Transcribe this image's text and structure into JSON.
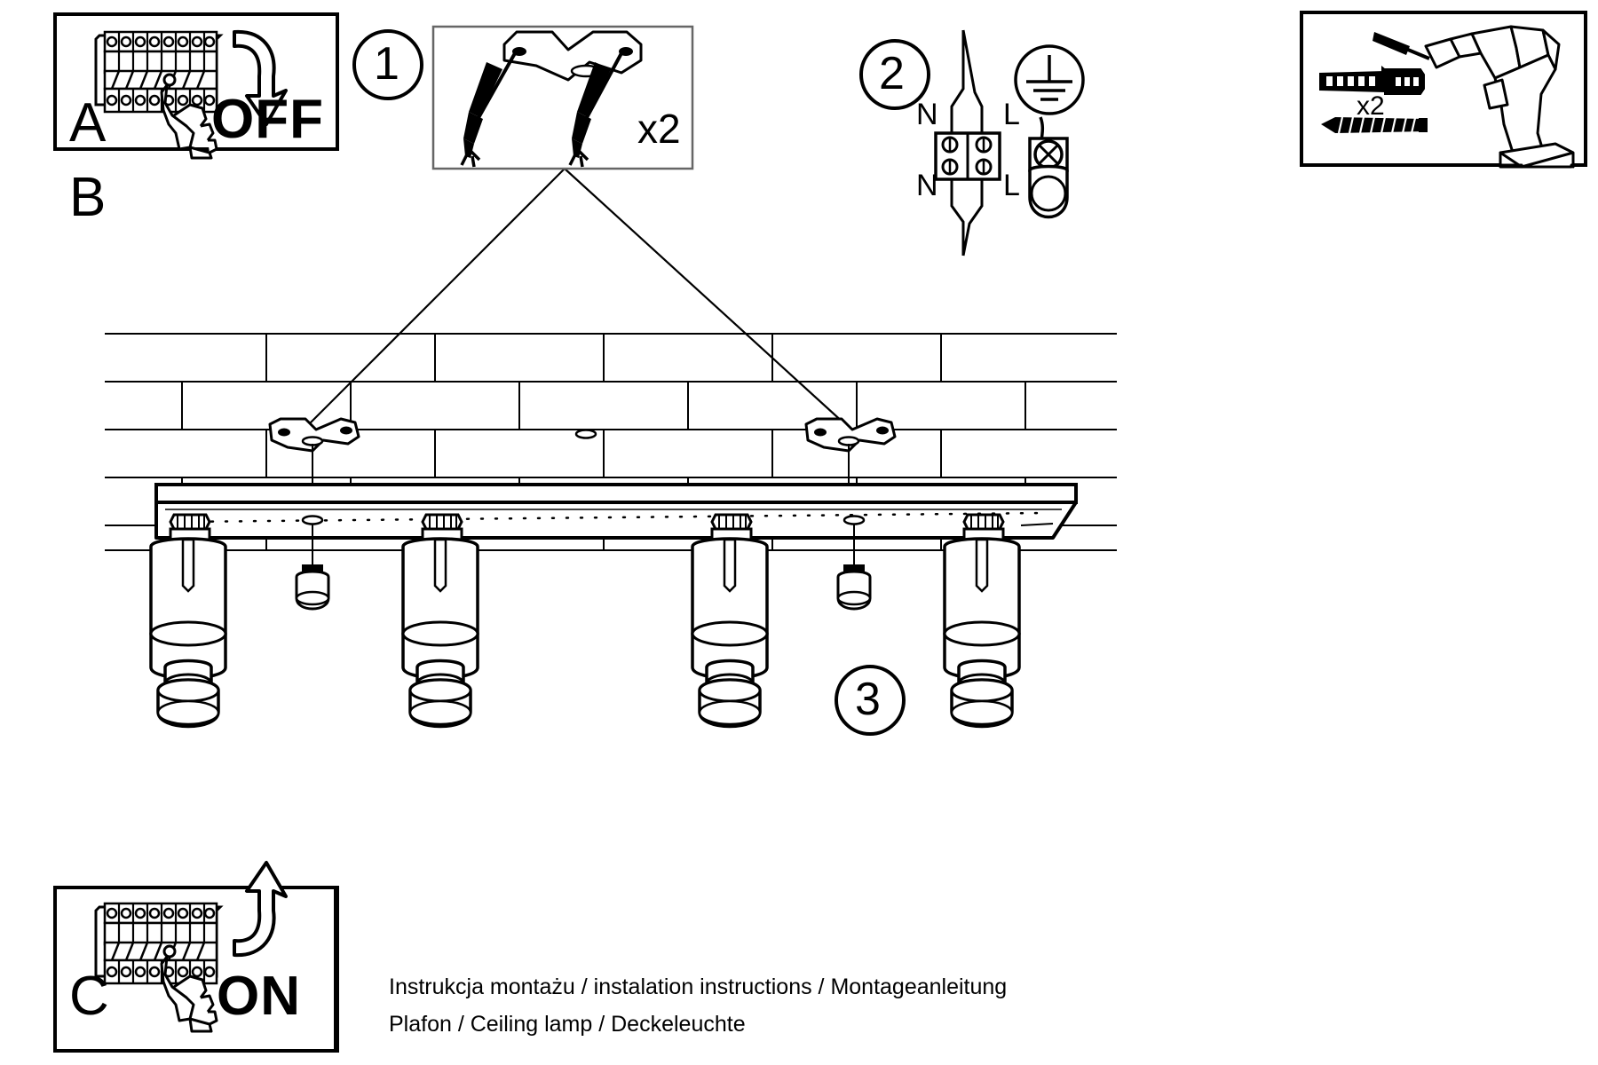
{
  "document": {
    "type": "installation-instruction-sheet",
    "caption_line1": "Instrukcja montażu / instalation instructions / Montageanleitung",
    "caption_line2": "Plafon / Ceiling lamp / Deckeleuchte",
    "ink_color": "#000000",
    "paper_color": "#ffffff"
  },
  "panels": {
    "a": {
      "label": "A",
      "action_text": "OFF",
      "icon": "circuit-breaker-panel-with-hand",
      "arrow": "down-arrow"
    },
    "b": {
      "label": "B"
    },
    "c": {
      "label": "C",
      "action_text": "ON",
      "icon": "circuit-breaker-panel-with-hand",
      "arrow": "up-arrow"
    }
  },
  "steps": {
    "one": {
      "number": "1",
      "quantity": "x2",
      "icon": "mounting-bracket-with-screws"
    },
    "two": {
      "number": "2",
      "terminal_labels": {
        "top_left": "N",
        "top_right": "L",
        "bottom_left": "N",
        "bottom_right": "L"
      },
      "earth_symbol": "earth-ground-symbol"
    },
    "three": {
      "number": "3"
    }
  },
  "parts_box": {
    "quantity": "x2",
    "items": [
      "wall-anchor",
      "wood-screw",
      "power-drill"
    ]
  },
  "fixture": {
    "name": "4-spot ceiling bar lamp",
    "spot_count": 4,
    "bracket_count": 2,
    "bulb_count": 2
  }
}
